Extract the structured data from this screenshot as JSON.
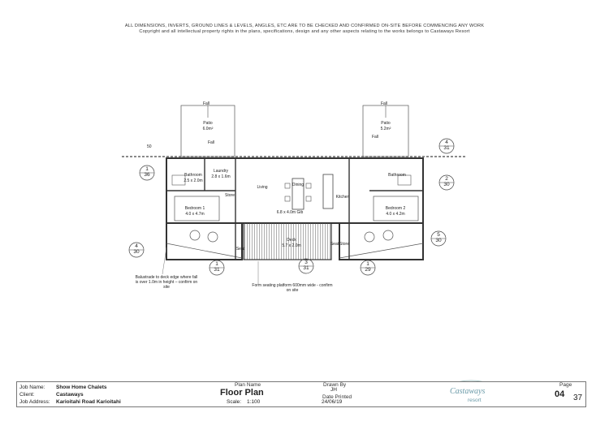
{
  "disclaimer": {
    "line1": "ALL DIMENSIONS, INVERTS, GROUND LINES & LEVELS, ANGLES, ETC ARE TO BE CHECKED AND CONFIRMED ON-SITE BEFORE COMMENCING ANY WORK",
    "line2": "Copyright and all intellectual property rights in the plans, specifications, design and any other aspects relating to the works belongs to Castaways Resort"
  },
  "rooms": {
    "patio_left": {
      "name": "Patio",
      "area": "6.0m²"
    },
    "patio_right": {
      "name": "Patio",
      "area": "5.2m²"
    },
    "fall_left": "Fall",
    "fall_right": "Fall",
    "fall_diag_left": "Fall",
    "fall_diag_right": "Fall",
    "dim_50": "50",
    "bathroom_left": {
      "name": "Bathroom",
      "dims": "2.5 x 2.0m"
    },
    "laundry": {
      "name": "Laundry",
      "dims": "2.8 x 1.6m"
    },
    "store_left": "Store",
    "living": "Living",
    "dining": "Dining",
    "kitchen": "Kitchen",
    "bathroom_right": "Bathroom",
    "bedroom_left": {
      "name": "Bedroom 1",
      "dims": "4.0 x 4.7m"
    },
    "bedroom_right": {
      "name": "Bedroom 2",
      "dims": "4.0 x 4.2m"
    },
    "great_room_dims": "6.8 x 4.0m Gib",
    "deck": {
      "name": "Deck",
      "dims": "5.7 x 2.0m"
    },
    "store_right": "Store",
    "seat_left": "Seat",
    "seat_right": "Seat"
  },
  "section_refs": [
    {
      "num": "1",
      "sheet": "36"
    },
    {
      "num": "4",
      "sheet": "31"
    },
    {
      "num": "2",
      "sheet": "30"
    },
    {
      "num": "5",
      "sheet": "30"
    },
    {
      "num": "4",
      "sheet": "30"
    },
    {
      "num": "1",
      "sheet": "31"
    },
    {
      "num": "3",
      "sheet": "31"
    },
    {
      "num": "1",
      "sheet": "29"
    }
  ],
  "notes": {
    "balustrade": "Balustrade to deck edge where fall is over 1.0m in height – confirm on site",
    "seating": "Form seating platform 600mm wide - confirm on site"
  },
  "title_block": {
    "job_name_label": "Job Name:",
    "job_name": "Show Home Chalets",
    "client_label": "Client:",
    "client": "Castaways",
    "address_label": "Job Address:",
    "address": "Karioitahi Road Karioitahi",
    "plan_name_label": "Plan Name",
    "plan_name": "Floor Plan",
    "scale_label": "Scale:",
    "scale": "1:100",
    "drawn_by_label": "Drawn By",
    "drawn_by": "JH",
    "date_label": "Date Printed",
    "date": "24/06/19",
    "logo_text": "Castaways",
    "logo_sub": "resort",
    "page_label": "Page",
    "page_num": "04",
    "page_total": "37"
  }
}
